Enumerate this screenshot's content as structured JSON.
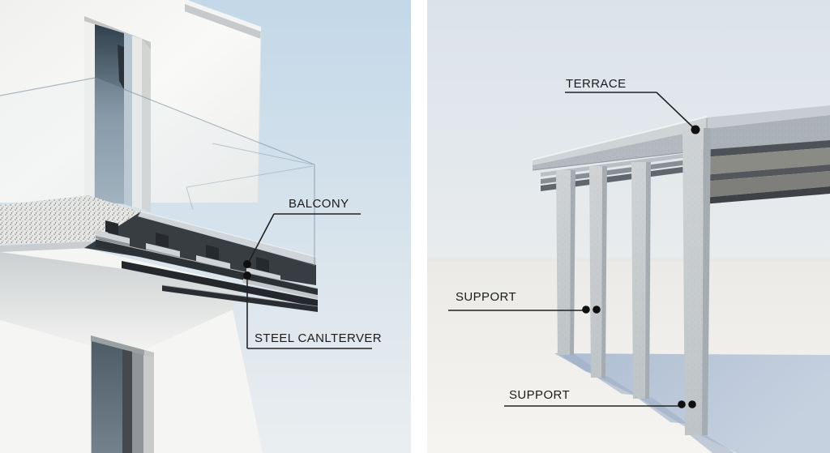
{
  "figure": {
    "panels": {
      "left": {
        "callouts": {
          "balcony": {
            "label": "BALCONY"
          },
          "steel_cantilever": {
            "label": "STEEL CANLTERVER"
          }
        }
      },
      "right": {
        "callouts": {
          "terrace": {
            "label": "TERRACE"
          },
          "support_upper": {
            "label": "SUPPORT"
          },
          "support_lower": {
            "label": "SUPPORT"
          }
        }
      }
    },
    "colors": {
      "background": "#ffffff",
      "annotation_line": "#222222",
      "annotation_dot": "#0f0f0f",
      "label_text": "#1b1b1b",
      "sky_left": "#c6dae9",
      "sky_right": "#dce4ea",
      "ground": "#f0efec",
      "cast_shadow": "#b4c2d5",
      "concrete_light": "#cdd2d5",
      "concrete_shade": "#a6adb2",
      "steel_dark": "#33383c",
      "wall_white": "#f8f8f6",
      "glass_tint": "#d6e4f0"
    }
  }
}
